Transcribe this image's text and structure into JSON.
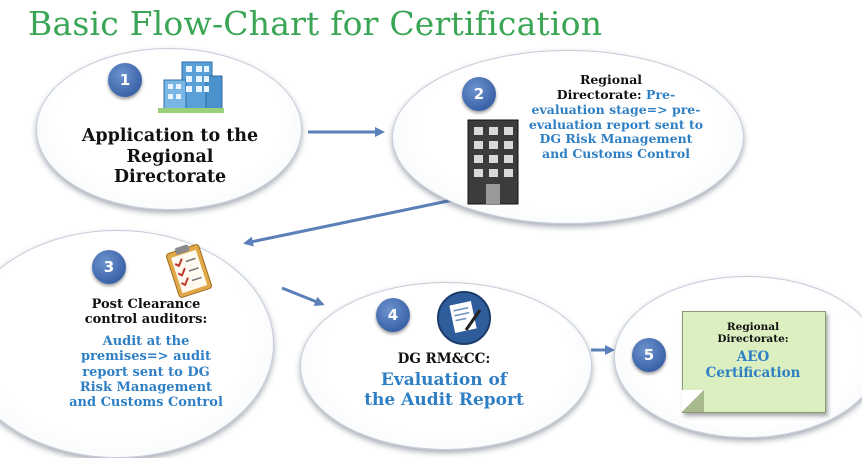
{
  "title": "Basic Flow-Chart for Certification",
  "steps": [
    {
      "number": "1",
      "icon": "office-buildings-icon",
      "text": "Application to the Regional Directorate"
    },
    {
      "number": "2",
      "icon": "building-icon",
      "label": "Regional",
      "lead": "Directorate:",
      "detail": "Pre-evaluation stage=> pre-evaluation report sent to DG Risk Management and Customs Control"
    },
    {
      "number": "3",
      "icon": "clipboard-checklist-icon",
      "label": "Post Clearance control auditors:",
      "detail": "Audit at the premises=> audit report sent to DG Risk Management and Customs Control"
    },
    {
      "number": "4",
      "icon": "document-sign-icon",
      "label": "DG RM&CC:",
      "detail": "Evaluation of the Audit Report"
    },
    {
      "number": "5",
      "icon": "sticky-note-icon",
      "label": "Regional Directorate:",
      "detail": "AEO Certification"
    }
  ],
  "colors": {
    "title": "#3aa655",
    "badge": "#3b63a8",
    "arrow": "#5b7fb8",
    "accent_text": "#2f7fc4",
    "note": "#dcefc0"
  }
}
